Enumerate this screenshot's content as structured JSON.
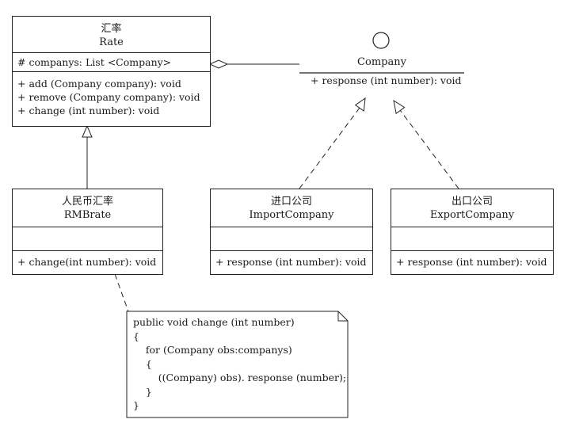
{
  "classes": {
    "rate": {
      "cn_name": "汇率",
      "name": "Rate",
      "attribute": "# companys: List <Company>",
      "operations": [
        "+ add (Company company): void",
        "+ remove (Company company): void",
        "+ change (int number): void"
      ]
    },
    "rmbrate": {
      "cn_name": "人民币汇率",
      "name": "RMBrate",
      "operation": "+ change(int number): void"
    },
    "import_company": {
      "cn_name": "进口公司",
      "name": "ImportCompany",
      "operation": "+ response (int number): void"
    },
    "export_company": {
      "cn_name": "出口公司",
      "name": "ExportCompany",
      "operation": "+ response (int number): void"
    }
  },
  "interface": {
    "name": "Company",
    "operation": "+ response (int number): void"
  },
  "note": {
    "lines": [
      "public void change (int number)",
      "{",
      "    for (Company obs:companys)",
      "    {",
      "        ((Company) obs). response (number);",
      "    }",
      "}"
    ]
  }
}
